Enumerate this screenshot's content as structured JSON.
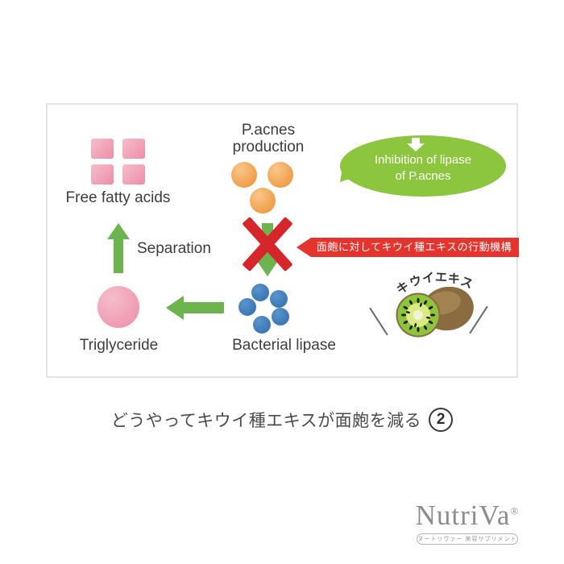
{
  "diagram": {
    "labels": {
      "free_fatty_acids": "Free fatty acids",
      "separation": "Separation",
      "pacnes_line1": "P.acnes",
      "pacnes_line2": "production",
      "triglyceride": "Triglyceride",
      "bacterial_lipase": "Bacterial lipase"
    },
    "bubble": {
      "line1": "Inhibition of lipase",
      "line2": "of P.acnes"
    },
    "banner": {
      "text": "面皰に対してキウイ種エキスの行動機構"
    },
    "kiwi": {
      "label": "キウイエキス"
    }
  },
  "caption": {
    "text": "どうやってキウイ種エキスが面皰を減る",
    "step_number": "2"
  },
  "logo": {
    "brand": "NutriVa",
    "registered": "®",
    "tagline": "ヌートリヴァー 美容サプリメント"
  },
  "colors": {
    "arrow_green": "#6db44e",
    "bubble_green": "#8cc63e",
    "banner_red": "#e5332d",
    "cross_red": "#d7262b",
    "pink_light": "#f6bdca",
    "pink_dark": "#ec8da6",
    "orange_light": "#f8c78a",
    "orange_dark": "#ee8d2e",
    "blue_light": "#5b94cc",
    "blue_dark": "#2f6bad",
    "kiwi_skin": "#8a6c40",
    "kiwi_flesh": "#8fc43d",
    "text_dark": "#3d3d3d"
  }
}
